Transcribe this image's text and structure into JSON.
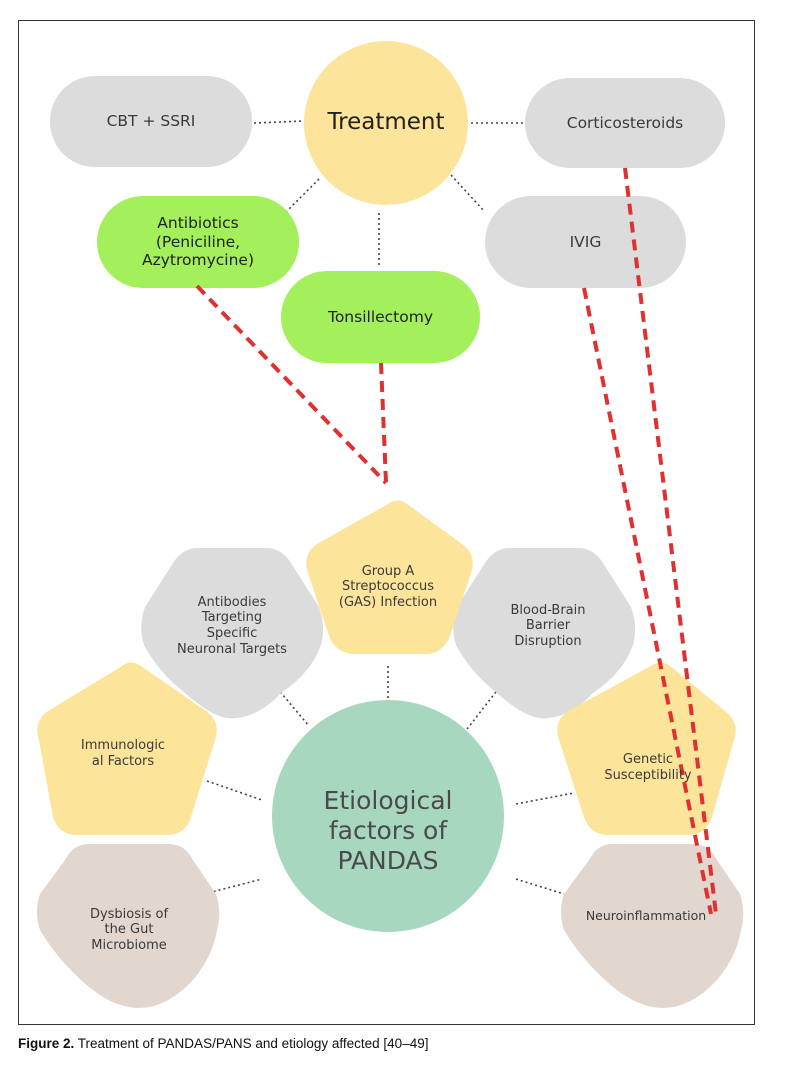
{
  "treatment": {
    "center": "Treatment",
    "cbt_ssri": "CBT + SSRI",
    "corticosteroids": "Corticosteroids",
    "antibiotics": "Antibiotics (Peniciline, Azytromycine)",
    "ivig": "IVIG",
    "tonsillectomy": "Tonsillectomy"
  },
  "etiology": {
    "center": "Etiological factors of PANDAS",
    "gas": "Group A Streptococcus (GAS) Infection",
    "antibodies": "Antibodies Targeting Specific Neuronal Targets",
    "bbb": "Blood-Brain Barrier Disruption",
    "immunologic": "Immunologic al Factors",
    "genetic": "Genetic Susceptibility",
    "dysbiosis": "Dysbiosis of the Gut Microbiome",
    "neuroinflammation": "Neuroinflammation"
  },
  "caption": {
    "label": "Figure 2.",
    "text": " Treatment of PANDAS/PANS and etiology affected [40–49]"
  },
  "colors": {
    "yellow": "#fce49a",
    "gray": "#dcdcdc",
    "green": "#a3f05c",
    "teal": "#a7d8bf",
    "beige": "#e2d7cf",
    "red_dash": "#e03030"
  }
}
